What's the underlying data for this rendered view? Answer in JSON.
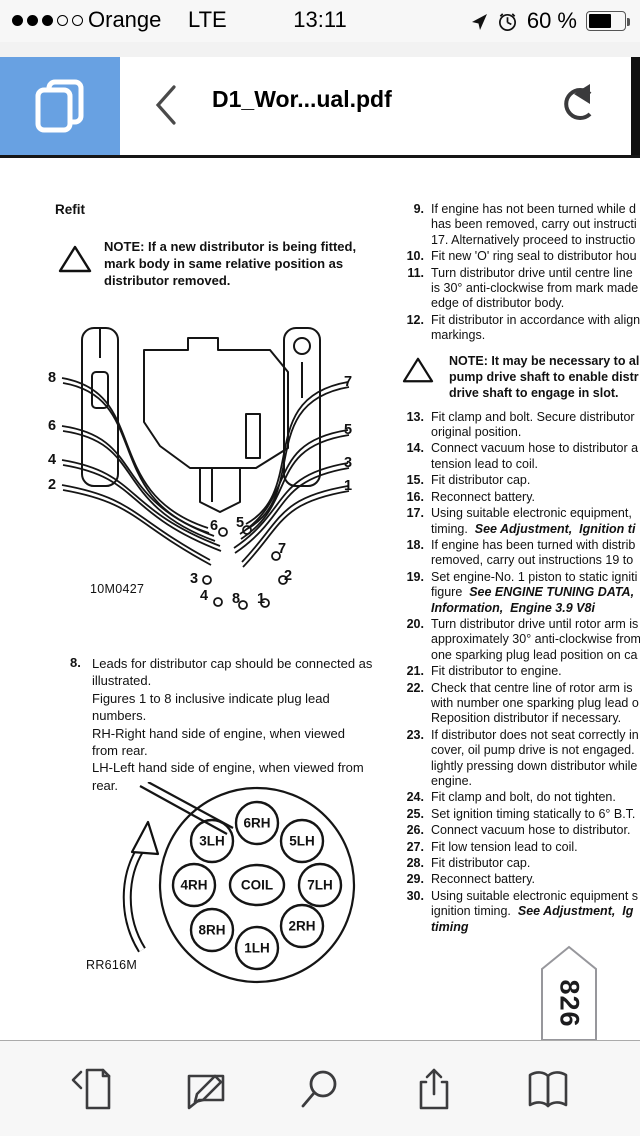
{
  "status_bar": {
    "carrier": "Orange",
    "network": "LTE",
    "time": "13:11",
    "battery": "60 %",
    "signal_filled": 3,
    "signal_total": 5,
    "icons": [
      "location-arrow-icon",
      "alarm-clock-icon",
      "battery-icon"
    ]
  },
  "header": {
    "title": "D1_Wor...ual.pdf",
    "accent_color": "#68a1e2",
    "icons": [
      "documents-thumbnail-icon",
      "back-chevron-icon",
      "undo-arrow-icon"
    ]
  },
  "page": {
    "refit_heading": "Refit",
    "left_note": "NOTE: If a new distributor is being fitted,\nmark body in same relative position as\ndistributor removed.",
    "diagram1": {
      "left_numbers": [
        "8",
        "6",
        "4",
        "2"
      ],
      "right_numbers": [
        "7",
        "5",
        "3",
        "1"
      ],
      "bottom_numbers": [
        "6",
        "5",
        "7",
        "3",
        "2",
        "4",
        "8",
        "1"
      ],
      "code": "10M0427"
    },
    "item8": {
      "num": "8.",
      "text": "Leads for distributor cap should be connected as\nillustrated.\nFigures 1 to 8 inclusive indicate plug lead\nnumbers.\nRH-Right hand side of engine, when viewed\nfrom rear.\nLH-Left hand side of engine, when viewed from\nrear."
    },
    "diagram2": {
      "positions": [
        "6RH",
        "3LH",
        "5LH",
        "4RH",
        "7LH",
        "8RH",
        "2RH",
        "1LH"
      ],
      "center": "COIL",
      "code": "RR616M"
    },
    "right_column": {
      "items": [
        {
          "type": "step",
          "num": "9.",
          "parts": [
            {
              "t": "If engine has not been turned while d\nhas been removed, carry out instructi\n17. Alternatively proceed to instructio",
              "b": false
            }
          ]
        },
        {
          "type": "step",
          "num": "10.",
          "parts": [
            {
              "t": "Fit new 'O' ring seal to distributor hou",
              "b": false
            }
          ]
        },
        {
          "type": "step",
          "num": "11.",
          "parts": [
            {
              "t": "Turn distributor drive until centre line\nis 30° anti-clockwise from mark made\nedge of distributor body.",
              "b": false
            }
          ]
        },
        {
          "type": "step",
          "num": "12.",
          "parts": [
            {
              "t": "Fit distributor in accordance with align\nmarkings.",
              "b": false
            }
          ]
        },
        {
          "type": "note",
          "text": "NOTE: It may be necessary to al\npump drive shaft to enable distr\ndrive shaft to engage in slot."
        },
        {
          "type": "step",
          "num": "13.",
          "parts": [
            {
              "t": "Fit clamp and bolt. Secure distributor\noriginal position.",
              "b": false
            }
          ]
        },
        {
          "type": "step",
          "num": "14.",
          "parts": [
            {
              "t": "Connect vacuum hose to distributor a\ntension lead to coil.",
              "b": false
            }
          ]
        },
        {
          "type": "step",
          "num": "15.",
          "parts": [
            {
              "t": "Fit distributor cap.",
              "b": false
            }
          ]
        },
        {
          "type": "step",
          "num": "16.",
          "parts": [
            {
              "t": "Reconnect battery.",
              "b": false
            }
          ]
        },
        {
          "type": "step",
          "num": "17.",
          "parts": [
            {
              "t": "Using suitable electronic equipment,\ntiming.  ",
              "b": false
            },
            {
              "t": "See Adjustment,  Ignition ti",
              "b": true
            }
          ]
        },
        {
          "type": "step",
          "num": "18.",
          "parts": [
            {
              "t": "If engine has been turned with distrib\nremoved, carry out instructions 19 to",
              "b": false
            }
          ]
        },
        {
          "type": "step",
          "num": "19.",
          "parts": [
            {
              "t": "Set engine-No. 1 piston to static igniti\nfigure  ",
              "b": false
            },
            {
              "t": "See ENGINE TUNING DATA,\nInformation,  Engine 3.9 V8i",
              "b": true
            }
          ]
        },
        {
          "type": "step",
          "num": "20.",
          "parts": [
            {
              "t": "Turn distributor drive until rotor arm is\napproximately 30° anti-clockwise from\none sparking plug lead position on ca",
              "b": false
            }
          ]
        },
        {
          "type": "step",
          "num": "21.",
          "parts": [
            {
              "t": "Fit distributor to engine.",
              "b": false
            }
          ]
        },
        {
          "type": "step",
          "num": "22.",
          "parts": [
            {
              "t": "Check that centre line of rotor arm is\nwith number one sparking plug lead o\nReposition distributor if necessary.",
              "b": false
            }
          ]
        },
        {
          "type": "step",
          "num": "23.",
          "parts": [
            {
              "t": "If distributor does not seat correctly in\ncover, oil pump drive is not engaged.\nlightly pressing down distributor while\nengine.",
              "b": false
            }
          ]
        },
        {
          "type": "step",
          "num": "24.",
          "parts": [
            {
              "t": "Fit clamp and bolt, do not tighten.",
              "b": false
            }
          ]
        },
        {
          "type": "step",
          "num": "25.",
          "parts": [
            {
              "t": "Set ignition timing statically to 6° B.T.",
              "b": false
            }
          ]
        },
        {
          "type": "step",
          "num": "26.",
          "parts": [
            {
              "t": "Connect vacuum hose to distributor.",
              "b": false
            }
          ]
        },
        {
          "type": "step",
          "num": "27.",
          "parts": [
            {
              "t": "Fit low tension lead to coil.",
              "b": false
            }
          ]
        },
        {
          "type": "step",
          "num": "28.",
          "parts": [
            {
              "t": "Fit distributor cap.",
              "b": false
            }
          ]
        },
        {
          "type": "step",
          "num": "29.",
          "parts": [
            {
              "t": "Reconnect battery.",
              "b": false
            }
          ]
        },
        {
          "type": "step",
          "num": "30.",
          "parts": [
            {
              "t": "Using suitable electronic equipment s\nignition timing.  ",
              "b": false
            },
            {
              "t": "See Adjustment,  Ig\ntiming",
              "b": true
            }
          ]
        }
      ]
    },
    "page_tab": "826"
  },
  "toolbar": {
    "buttons": [
      "page-navigation",
      "annotate",
      "search",
      "share",
      "bookmarks"
    ]
  }
}
